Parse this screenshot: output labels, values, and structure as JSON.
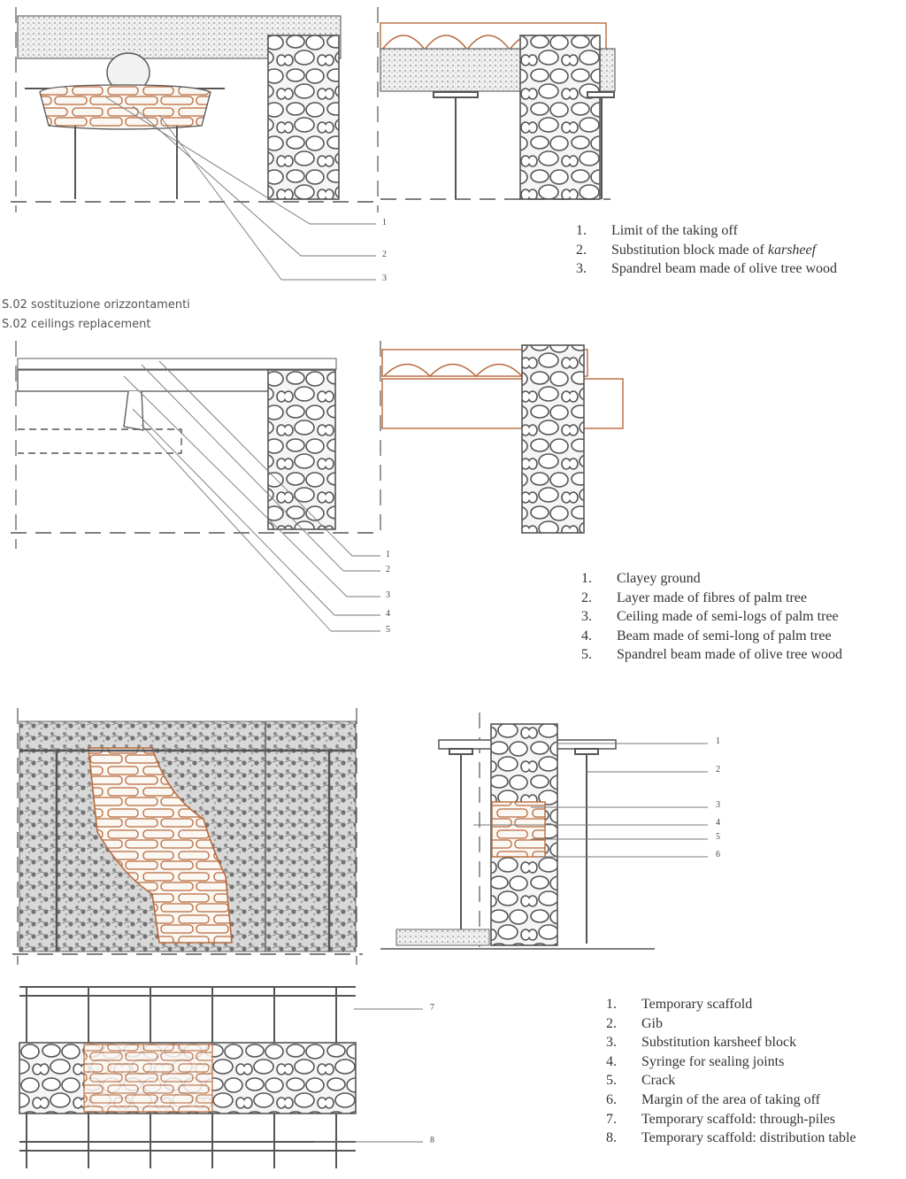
{
  "captions": {
    "it": "S.02 sostituzione orizzontamenti",
    "en": "S.02 ceilings replacement"
  },
  "legend1": [
    {
      "n": "1.",
      "pre": "Limit of the taking off",
      "em": "",
      "post": ""
    },
    {
      "n": "2.",
      "pre": "Substitution block made of ",
      "em": "karsheef",
      "post": ""
    },
    {
      "n": "3.",
      "pre": "Spandrel beam made of olive tree wood",
      "em": "",
      "post": ""
    }
  ],
  "legend2": [
    {
      "n": "1.",
      "text": "Clayey ground"
    },
    {
      "n": "2.",
      "text": "Layer made of fibres of palm tree"
    },
    {
      "n": "3.",
      "text": "Ceiling made of semi-logs of palm tree"
    },
    {
      "n": "4.",
      "text": "Beam made of semi-long of palm tree"
    },
    {
      "n": "5.",
      "text": "Spandrel beam made of olive tree wood"
    }
  ],
  "legend3": [
    {
      "n": "1.",
      "text": "Temporary scaffold"
    },
    {
      "n": "2.",
      "text": "Gib"
    },
    {
      "n": "3.",
      "text": "Substitution karsheef block"
    },
    {
      "n": "4.",
      "text": "Syringe for sealing joints"
    },
    {
      "n": "5.",
      "text": "Crack"
    },
    {
      "n": "6.",
      "text": "Margin of the area of taking off"
    },
    {
      "n": "7.",
      "text": "Temporary scaffold: through-piles"
    },
    {
      "n": "8.",
      "text": "Temporary scaffold: distribution table"
    }
  ],
  "callouts": {
    "d1": [
      "1",
      "2",
      "3"
    ],
    "d2": [
      "1",
      "2",
      "3",
      "4",
      "5"
    ],
    "d3": [
      "1",
      "2",
      "3",
      "4",
      "5",
      "6"
    ],
    "d4": [
      "7",
      "8"
    ]
  },
  "colors": {
    "ink": "#555555",
    "accent": "#b86a3c",
    "stone": "#f4f4f4"
  }
}
